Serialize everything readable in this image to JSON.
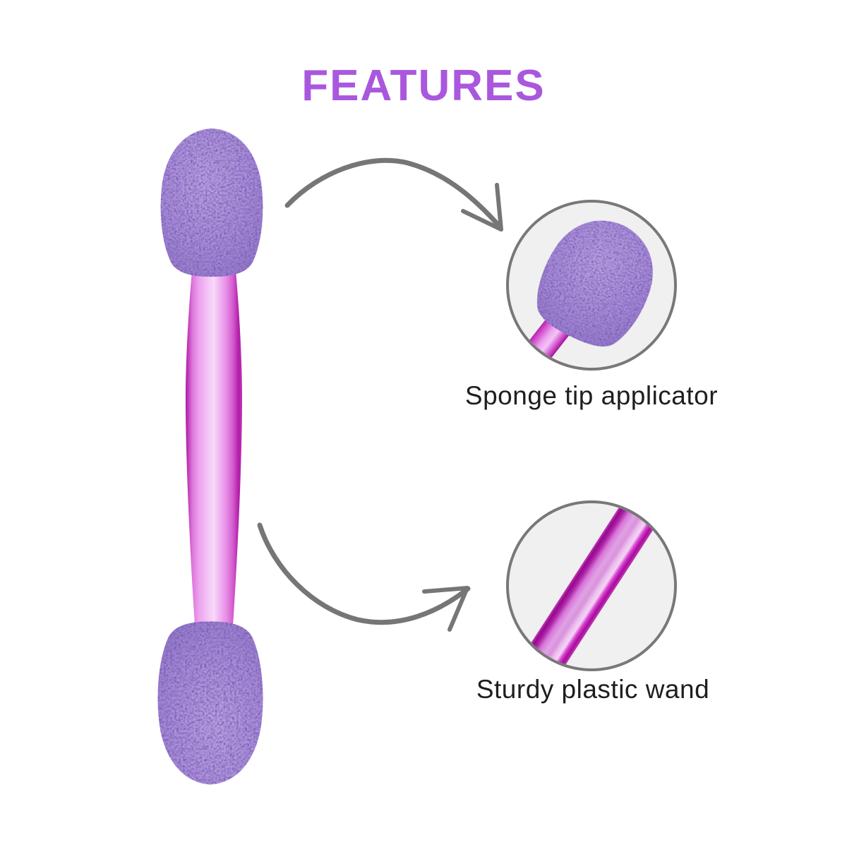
{
  "page": {
    "title": "FEATURES",
    "background_color": "#ffffff",
    "title_color": "#a958de"
  },
  "product": {
    "name": "Double-ended eyeshadow sponge tip applicator with plastic wand",
    "colors": {
      "sponge_base": "#a98ed8",
      "sponge_speckle": "#7b5db8",
      "wand_edge_dark": "#a517a0",
      "wand_center_light": "#f7d9f8"
    }
  },
  "callouts": [
    {
      "id": "sponge-tip",
      "label": "Sponge tip applicator"
    },
    {
      "id": "plastic-wand",
      "label": "Sturdy plastic wand"
    }
  ],
  "annotation_style": {
    "arrow_color": "#767676",
    "circle_border_color": "#787878",
    "circle_fill_color": "#f0f0f0",
    "label_color": "#1e1e1e"
  }
}
